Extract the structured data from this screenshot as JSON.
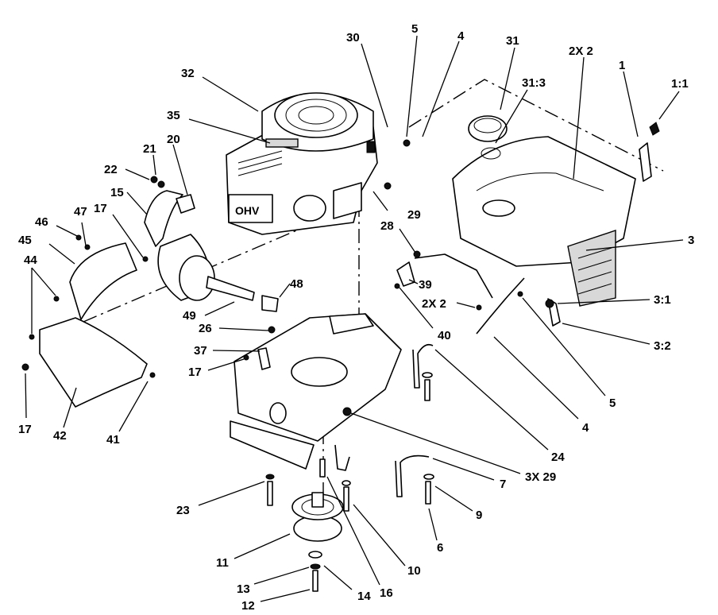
{
  "diagram": {
    "engine_badge": "OHV",
    "callouts": [
      {
        "id": "c-30",
        "text": "30"
      },
      {
        "id": "c-5-top",
        "text": "5"
      },
      {
        "id": "c-4-top",
        "text": "4"
      },
      {
        "id": "c-31",
        "text": "31"
      },
      {
        "id": "c-2x2-top",
        "text": "2X 2"
      },
      {
        "id": "c-1",
        "text": "1"
      },
      {
        "id": "c-1-1",
        "text": "1:1"
      },
      {
        "id": "c-32",
        "text": "32"
      },
      {
        "id": "c-31-3",
        "text": "31:3"
      },
      {
        "id": "c-35",
        "text": "35"
      },
      {
        "id": "c-21",
        "text": "21"
      },
      {
        "id": "c-20",
        "text": "20"
      },
      {
        "id": "c-22",
        "text": "22"
      },
      {
        "id": "c-15",
        "text": "15"
      },
      {
        "id": "c-29-top",
        "text": "29"
      },
      {
        "id": "c-46",
        "text": "46"
      },
      {
        "id": "c-47",
        "text": "47"
      },
      {
        "id": "c-17-top",
        "text": "17"
      },
      {
        "id": "c-28",
        "text": "28"
      },
      {
        "id": "c-3",
        "text": "3"
      },
      {
        "id": "c-45",
        "text": "45"
      },
      {
        "id": "c-44",
        "text": "44"
      },
      {
        "id": "c-48",
        "text": "48"
      },
      {
        "id": "c-39",
        "text": "39"
      },
      {
        "id": "c-2x2-mid",
        "text": "2X 2"
      },
      {
        "id": "c-3-1",
        "text": "3:1"
      },
      {
        "id": "c-49",
        "text": "49"
      },
      {
        "id": "c-26",
        "text": "26"
      },
      {
        "id": "c-40",
        "text": "40"
      },
      {
        "id": "c-3-2",
        "text": "3:2"
      },
      {
        "id": "c-37",
        "text": "37"
      },
      {
        "id": "c-17-mid",
        "text": "17"
      },
      {
        "id": "c-5-right",
        "text": "5"
      },
      {
        "id": "c-17-left",
        "text": "17"
      },
      {
        "id": "c-42",
        "text": "42"
      },
      {
        "id": "c-41",
        "text": "41"
      },
      {
        "id": "c-4-right",
        "text": "4"
      },
      {
        "id": "c-24",
        "text": "24"
      },
      {
        "id": "c-3x29",
        "text": "3X 29"
      },
      {
        "id": "c-7",
        "text": "7"
      },
      {
        "id": "c-23",
        "text": "23"
      },
      {
        "id": "c-9",
        "text": "9"
      },
      {
        "id": "c-6",
        "text": "6"
      },
      {
        "id": "c-11",
        "text": "11"
      },
      {
        "id": "c-10",
        "text": "10"
      },
      {
        "id": "c-13",
        "text": "13"
      },
      {
        "id": "c-14",
        "text": "14"
      },
      {
        "id": "c-16",
        "text": "16"
      },
      {
        "id": "c-12",
        "text": "12"
      }
    ]
  }
}
